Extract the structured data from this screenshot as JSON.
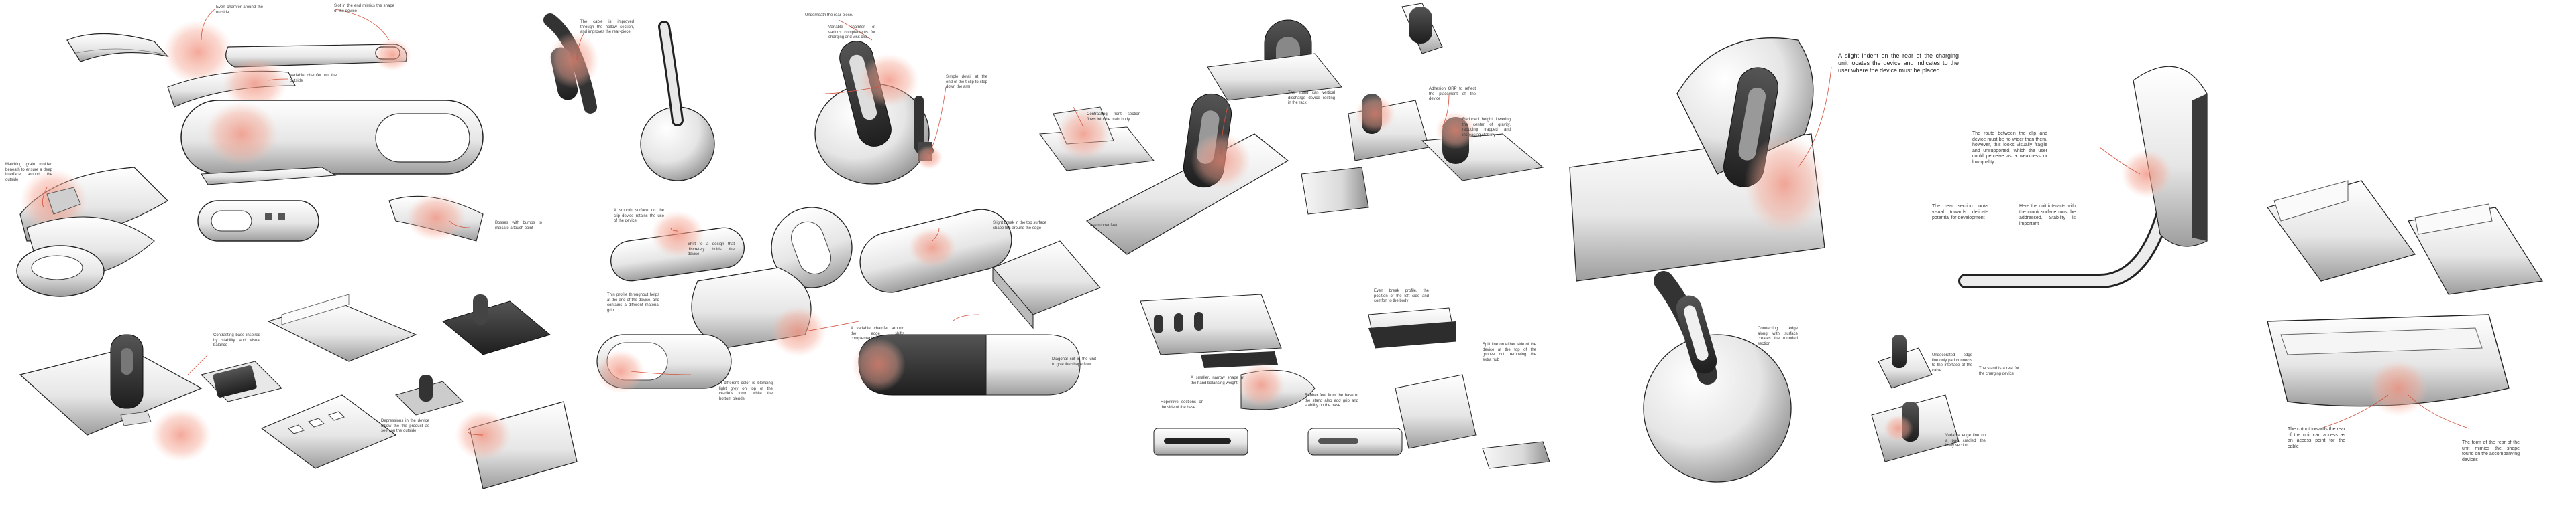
{
  "page": {
    "title": "Charging dock concept sketch sheet",
    "colors": {
      "background": "#ffffff",
      "highlight": "#f2a090",
      "leader": "#d2503a",
      "ink": "#1e1e1e",
      "shade": "#9a9a9a",
      "dark_material": "#3c3c3c"
    }
  },
  "notes": [
    {
      "text": "Even chamfer around the outside"
    },
    {
      "text": "Slot in the end mimics the shape of the device"
    },
    {
      "text": "Variable chamfer on the outside"
    },
    {
      "text": "Matching grain molded beneath to ensure a deep interface around the outside"
    },
    {
      "text": "Bosses with bumps to indicate a touch point"
    },
    {
      "text": "Contrasting base inspired by stability and visual balance"
    },
    {
      "text": "Depressions in the device follow the the product as seen on the outside"
    },
    {
      "text": "The cable is improved through the hollow section, and improves the rear-piece."
    },
    {
      "text": "Underneath the rear-piece."
    },
    {
      "text": "Variable chamfer of various complements for charging and visit clip."
    },
    {
      "text": "Simple detail at the end of the t-clip to step down the arm"
    },
    {
      "text": "A smooth surface on the clip device retains the use of the device"
    },
    {
      "text": "Shift to a design that discretely holds the device"
    },
    {
      "text": "Thin profile throughout helps at the end of the device, and contains a different material grip."
    },
    {
      "text": "Slight break in the top surface shape fills around the edge"
    },
    {
      "text": "A variable chamfer around the edge shifts complementary"
    },
    {
      "text": "A different color is blending light grey on top of the cradle's form, while the bottom blends"
    },
    {
      "text": "Diagonal cut in the unit to give the shape flow"
    },
    {
      "text": "Contrasting front section flows into the main body"
    },
    {
      "text": "The stand can vertical discharge device resting in the rack"
    },
    {
      "text": "Adhesion ORP to reflect the placement of the device"
    },
    {
      "text": "Reduced height lowering the center of gravity, reducing trapped and increasing stability"
    },
    {
      "text": "use rubber feet"
    },
    {
      "text": "Even break profile, the position of the left side and comfort to the body"
    },
    {
      "text": "Split line on either side of the device at the top of the groove cut, removing the extra nub"
    },
    {
      "text": "A smaller, narrow shape of the hand balancing weight"
    },
    {
      "text": "Rubber feet from the base of the stand also add grip and stability on the base"
    },
    {
      "text": "Repetitive sections on the side of the base"
    },
    {
      "text": "A slight indent on the rear of the charging unit locates the device and indicates to the user where the device must be placed."
    },
    {
      "text": "The route between the clip and device must be no wider than them, however, this looks visually fragile and unsupported, which the user could perceive as a weakness or low quality."
    },
    {
      "text": "The rear section looks visual towards delicate potential for development"
    },
    {
      "text": "Here the unit interacts with the crook surface must be addressed. Stability is important"
    },
    {
      "text": "Connecting edge along with surface creates the rounded section"
    },
    {
      "text": "Undecorated edge line only pad connects to the interface of the cable"
    },
    {
      "text": "The stand is a rest for the charging device"
    },
    {
      "text": "Variable edge line on a pad cradled the body section"
    },
    {
      "text": "The cutout towards the rear of the unit can access as an access point for the cable"
    },
    {
      "text": "The form of the rear of the unit mimics the shape found on the accompanying devices"
    }
  ]
}
